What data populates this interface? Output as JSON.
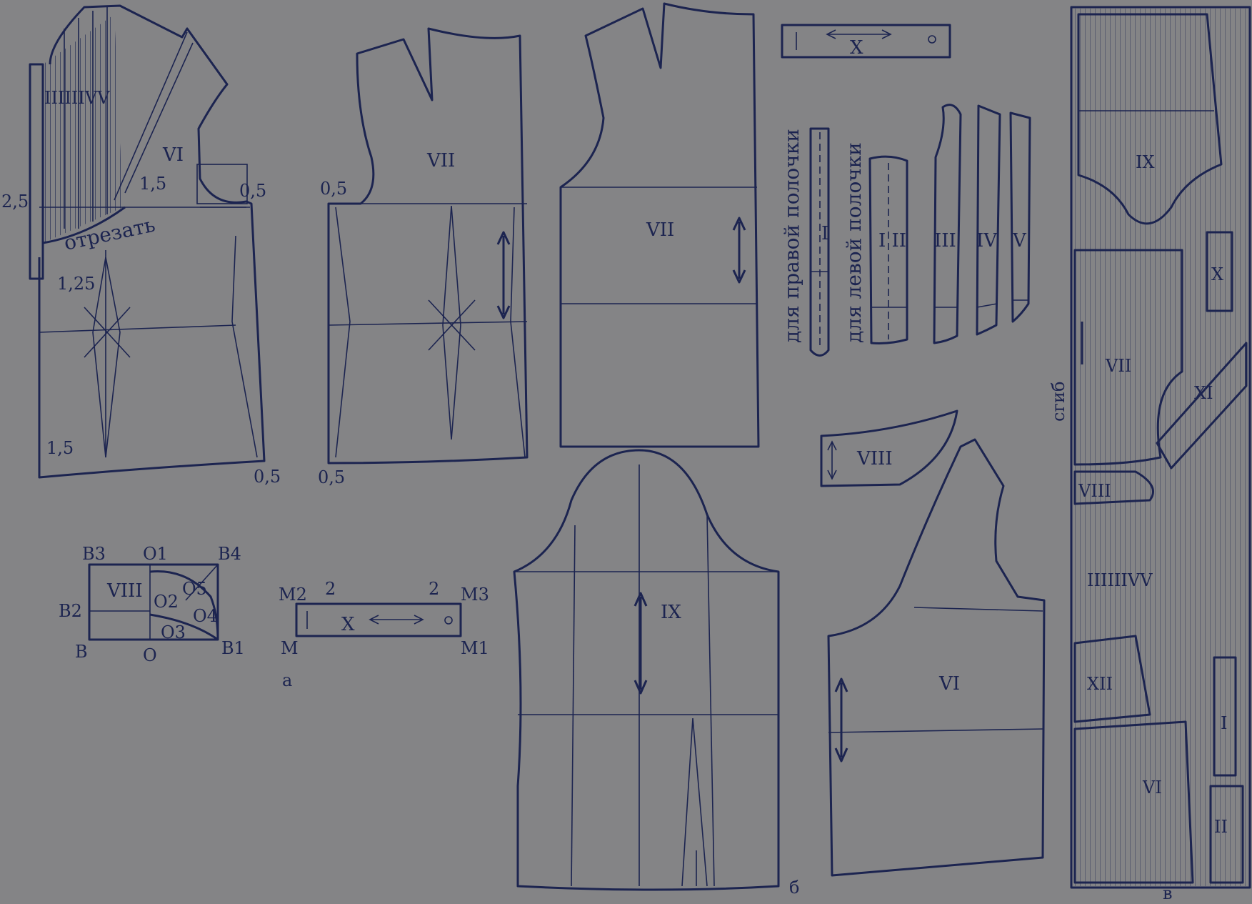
{
  "colors": {
    "background": "#848486",
    "line": "#1c2450"
  },
  "labels": {
    "roman_vi": "VI",
    "roman_vii": "VII",
    "roman_viii": "VIII",
    "roman_ix": "IX",
    "roman_x": "X",
    "roman_xi": "XI",
    "roman_xii": "XII",
    "roman_i": "I",
    "roman_ii": "II",
    "roman_iii": "III",
    "roman_iv": "IV",
    "roman_v": "V",
    "roman_i_ii": "I II",
    "strips_front": "IIIIIIVV",
    "strips_layout": "IIIIIIVV",
    "cut_off": "отрезать",
    "fold": "сгиб",
    "right_front": "для правой полочки",
    "left_front": "для левой полочки",
    "m_2_5": "2,5",
    "m_1_5": "1,5",
    "m_0_5": "0,5",
    "m_1_25": "1,25",
    "m_2": "2",
    "B": "B",
    "B1": "B1",
    "B2": "B2",
    "B3": "B3",
    "B4": "B4",
    "O": "O",
    "O1": "O1",
    "O2": "O2",
    "O3": "O3",
    "O4": "O4",
    "O5": "O5",
    "M": "M",
    "M1": "M1",
    "M2": "M2",
    "M3": "M3",
    "fig_a": "а",
    "fig_b": "б",
    "fig_v": "в"
  }
}
